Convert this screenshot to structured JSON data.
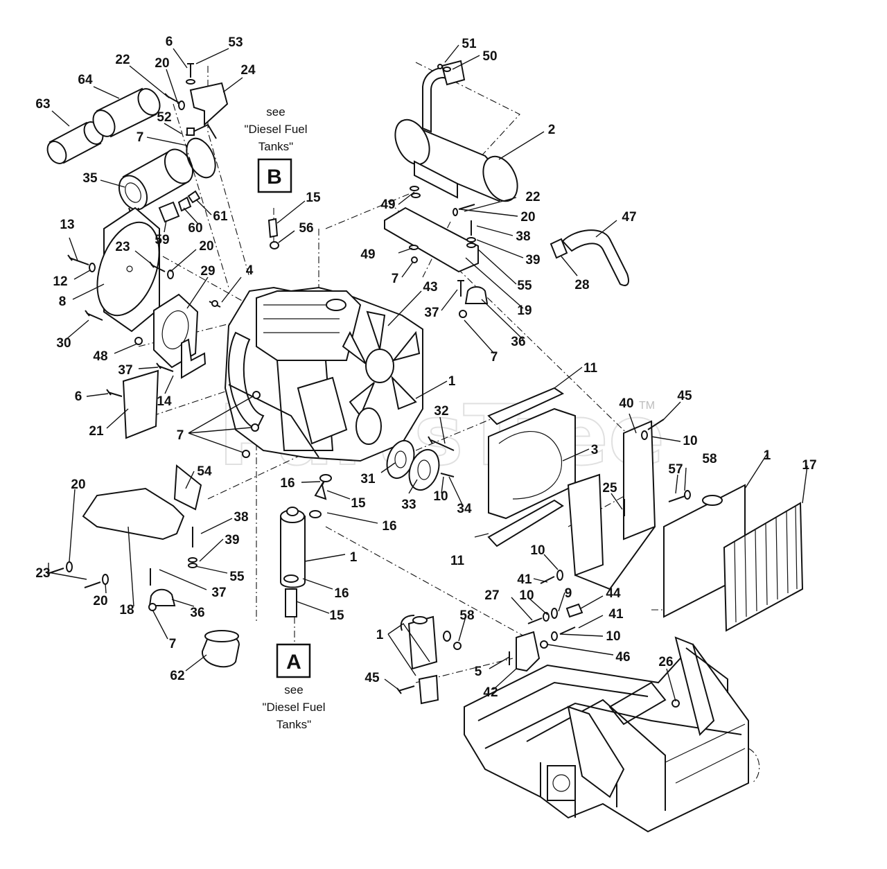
{
  "watermark": {
    "text": "PartsTree",
    "tm": "TM"
  },
  "refs": {
    "r63": "63",
    "r64": "64",
    "r22a": "22",
    "r20a": "20",
    "r6a": "6",
    "r53": "53",
    "r24": "24",
    "r52": "52",
    "r7a": "7",
    "r35": "35",
    "r61": "61",
    "r60": "60",
    "r59": "59",
    "r15a": "15",
    "r56": "56",
    "r13": "13",
    "r23a": "23",
    "r20b": "20",
    "r12": "12",
    "r8": "8",
    "r29": "29",
    "r4": "4",
    "r30": "30",
    "r48": "48",
    "r37a": "37",
    "r14": "14",
    "r6b": "6",
    "r21": "21",
    "r7b": "7",
    "r51": "51",
    "r50": "50",
    "r2": "2",
    "r22b": "22",
    "r20c": "20",
    "r49a": "49",
    "r38a": "38",
    "r47": "47",
    "r39a": "39",
    "r49b": "49",
    "r7c": "7",
    "r55a": "55",
    "r28": "28",
    "r19": "19",
    "r43": "43",
    "r37b": "37",
    "r36a": "36",
    "r7d": "7",
    "r1a": "1",
    "r11a": "11",
    "r40": "40",
    "r45a": "45",
    "r10a": "10",
    "r32": "32",
    "r3": "3",
    "r58a": "58",
    "r1b": "1",
    "r17": "17",
    "r57": "57",
    "r16a": "16",
    "r31": "31",
    "r15b": "15",
    "r25": "25",
    "r33": "33",
    "r10b": "10",
    "r34": "34",
    "r16b": "16",
    "r54": "54",
    "r20d": "20",
    "r38b": "38",
    "r39b": "39",
    "r23b": "23",
    "r55b": "55",
    "r1c": "1",
    "r11b": "11",
    "r41a": "41",
    "r10c": "10",
    "r37c": "37",
    "r20e": "20",
    "r18": "18",
    "r36b": "36",
    "r16c": "16",
    "r44": "44",
    "r9": "9",
    "r27": "27",
    "r10d": "10",
    "r15c": "15",
    "r41b": "41",
    "r10e": "10",
    "r58b": "58",
    "r1d": "1",
    "r46": "46",
    "r5": "5",
    "r7e": "7",
    "r62": "62",
    "r45b": "45",
    "r42": "42",
    "r26": "26"
  },
  "callouts": {
    "B": {
      "letter": "B",
      "see": "see",
      "target_line1": "\"Diesel Fuel",
      "target_line2": "Tanks\""
    },
    "A": {
      "letter": "A",
      "see": "see",
      "target_line1": "\"Diesel Fuel",
      "target_line2": "Tanks\""
    }
  }
}
